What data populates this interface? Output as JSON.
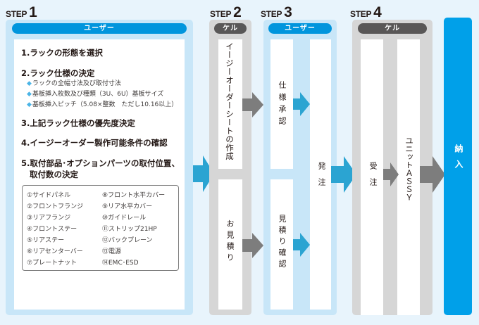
{
  "steps": [
    {
      "word": "STEP",
      "number": "1",
      "actor": "ユーザー"
    },
    {
      "word": "STEP",
      "number": "2",
      "actor": "ケル"
    },
    {
      "word": "STEP",
      "number": "3",
      "actor": "ユーザー"
    },
    {
      "word": "STEP",
      "number": "4",
      "actor": "ケル"
    }
  ],
  "step1": {
    "items": [
      {
        "heading": "1.ラックの形態を選択",
        "subs": []
      },
      {
        "heading": "2.ラック仕様の決定",
        "subs": [
          "ラックの全幅寸法及び取付寸法",
          "基板挿入枚数及び種類（3U、6U）基板サイズ",
          "基板挿入ピッチ（5.08×整数　ただし10.16以上）"
        ]
      },
      {
        "heading": "3.上記ラック仕様の優先度決定",
        "subs": []
      },
      {
        "heading": "4.イージーオーダー製作可能条件の確認",
        "subs": []
      },
      {
        "heading": "5.取付部品･オプションパーツの取付位置、",
        "subs": []
      }
    ],
    "item5_line2": "取付数の決定",
    "parts_left": [
      "①サイドパネル",
      "②フロントフランジ",
      "③リアフランジ",
      "④フロントステー",
      "⑤リアステー",
      "⑥リアセンターバー",
      "⑦プレートナット"
    ],
    "parts_right": [
      "⑧フロント水平カバー",
      "⑨リア水平カバー",
      "⑩ガイドレール",
      "⑪ストリップ21HP",
      "⑫バックプレーン",
      "⑬電源",
      "⑭EMC･ESD"
    ]
  },
  "step2": {
    "upper": "イージーオーダーシートの作成",
    "lower": "お見積り"
  },
  "step3": {
    "upper": "仕様承認",
    "lower": "見積り確認",
    "order": "発注"
  },
  "step4": {
    "receive": "受注",
    "assy": "ユニットＡＳＳＹ"
  },
  "delivery": "納入",
  "colors": {
    "background": "#e8f4fc",
    "user_panel": "#c8e6f8",
    "kel_panel": "#d6d6d6",
    "user_pill": "#0095dd",
    "kel_pill": "#595757",
    "blue_arrow": "#2ba4d2",
    "gray_arrow": "#7d7d7d",
    "delivery": "#00a0e9"
  }
}
